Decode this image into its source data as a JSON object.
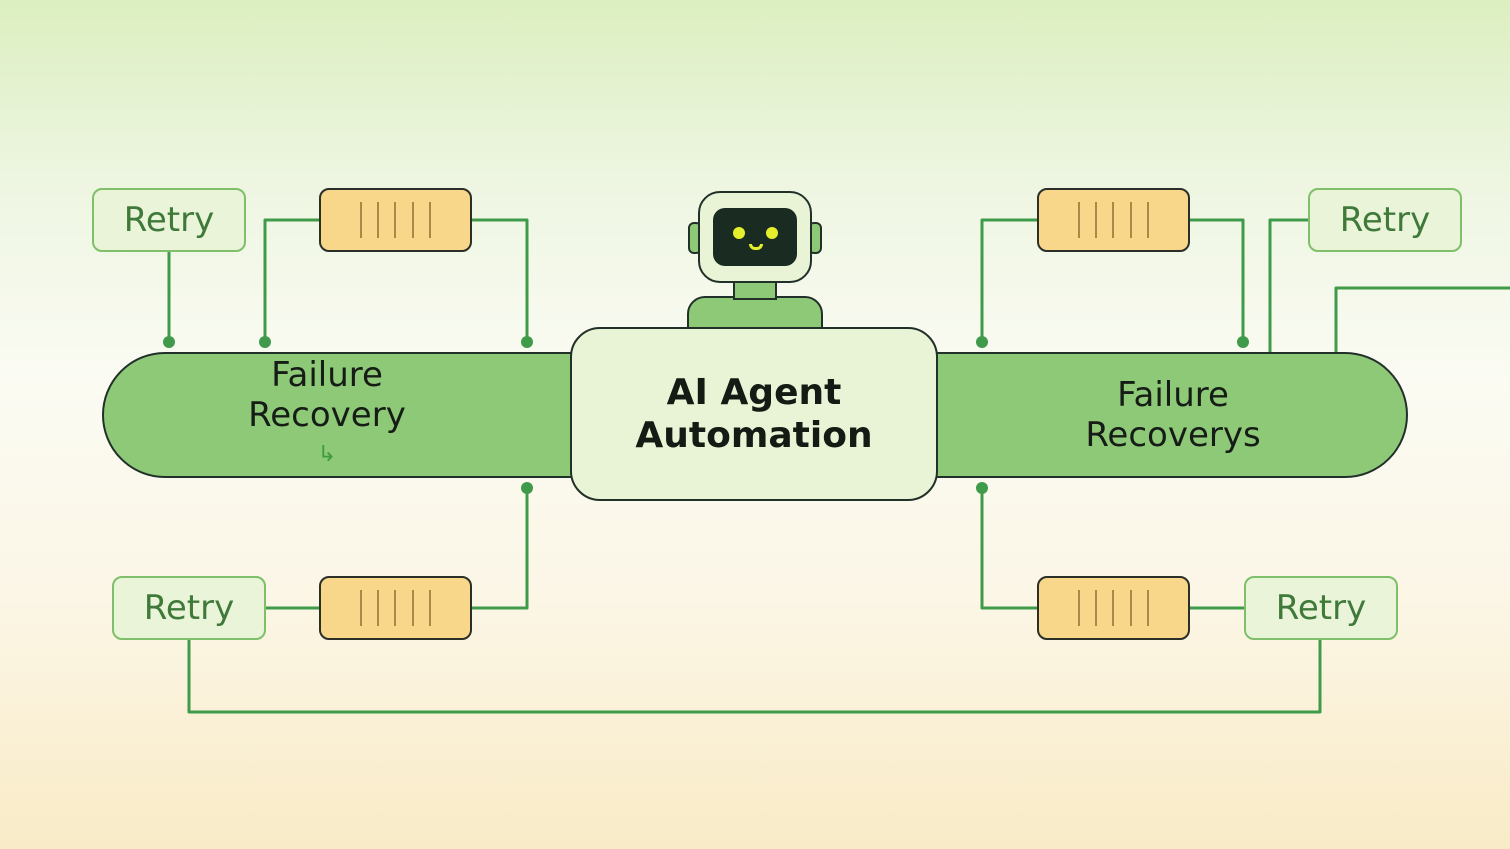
{
  "center": {
    "line1": "AI Agent",
    "line2": "Automation"
  },
  "left_pill": {
    "line1": "Failure",
    "line2": "Recovery"
  },
  "right_pill": {
    "line1": "Failure",
    "line2": "Recoverys"
  },
  "retry_labels": {
    "top_left": "Retry",
    "top_right": "Retry",
    "bottom_left": "Retry",
    "bottom_right": "Retry"
  },
  "icons": {
    "agent": "robot-icon",
    "queue": "queue-icon",
    "arrow": "arrow-glyph"
  },
  "colors": {
    "pill_green": "#8ec978",
    "retry_fill": "#e9f4d8",
    "retry_text": "#3f7a3a",
    "queue_fill": "#f8d78a",
    "wire": "#3f9a4a",
    "outline": "#22302a"
  }
}
